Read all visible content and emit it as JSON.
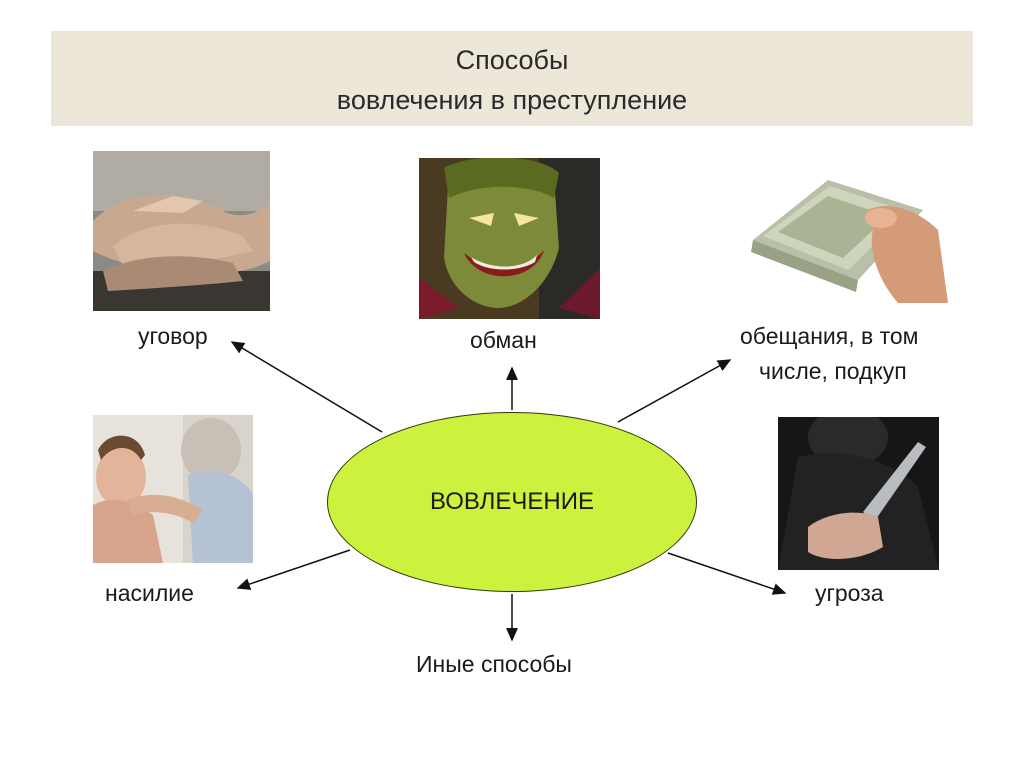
{
  "title": {
    "line1": "Способы",
    "line2": "вовлечения в преступление"
  },
  "center": {
    "label": "ВОВЛЕЧЕНИЕ",
    "color": "#ccf23d"
  },
  "nodes": {
    "ugovor": {
      "label": "уговор",
      "icon": "hands-image"
    },
    "obman": {
      "label": "обман",
      "icon": "joker-face-image"
    },
    "obeshchaniya": {
      "line1": "обещания, в том",
      "line2": "числе, подкуп",
      "icon": "money-bundle-image"
    },
    "nasilie": {
      "label": "насилие",
      "icon": "choking-child-image"
    },
    "ugroza": {
      "label": "угроза",
      "icon": "knife-image"
    },
    "inye": {
      "label": "Иные способы"
    }
  }
}
